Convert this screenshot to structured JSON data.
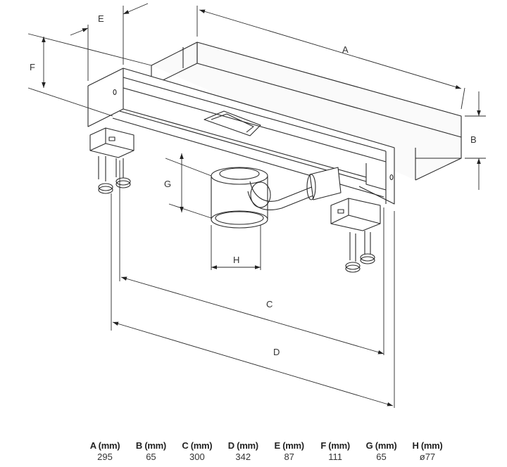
{
  "labels": {
    "a": "A",
    "b": "B",
    "c": "C",
    "d": "D",
    "e": "E",
    "f": "F",
    "g": "G",
    "h": "H"
  },
  "specs": [
    {
      "head": "A (mm)",
      "value": "295"
    },
    {
      "head": "B (mm)",
      "value": "65"
    },
    {
      "head": "C (mm)",
      "value": "300"
    },
    {
      "head": "D (mm)",
      "value": "342"
    },
    {
      "head": "E (mm)",
      "value": "87"
    },
    {
      "head": "F (mm)",
      "value": "111"
    },
    {
      "head": "G (mm)",
      "value": "65"
    },
    {
      "head": "H (mm)",
      "value": "ø77"
    }
  ]
}
